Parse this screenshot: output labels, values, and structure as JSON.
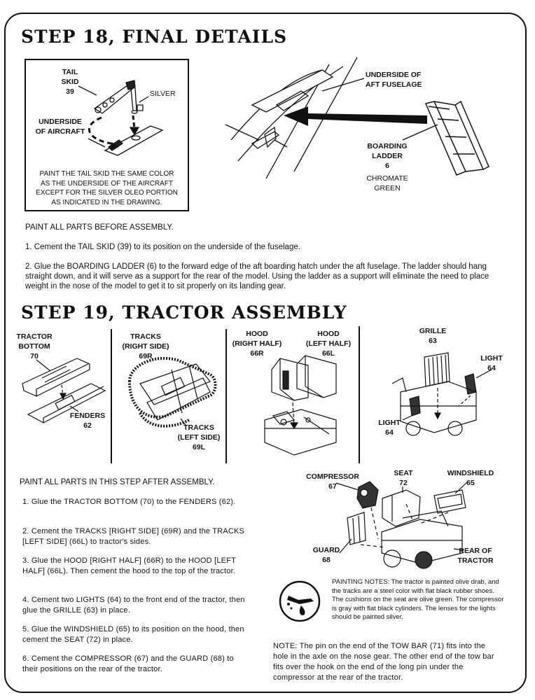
{
  "step18": {
    "title": "STEP 18, FINAL DETAILS",
    "tail_skid_label": "TAIL\nSKID\n39",
    "silver_label": "SILVER",
    "underside_aircraft_label": "UNDERSIDE\nOF AIRCRAFT",
    "box_note": "PAINT THE TAIL SKID THE SAME COLOR\nAS THE UNDERSIDE OF THE AIRCRAFT\nEXCEPT FOR THE SILVER OLEO PORTION\nAS INDICATED IN THE DRAWING.",
    "underside_aft_label": "UNDERSIDE OF\nAFT FUSELAGE",
    "ladder_label": "BOARDING\nLADDER\n6",
    "ladder_color": "CHROMATE\nGREEN",
    "paint_before": "PAINT ALL PARTS BEFORE ASSEMBLY.",
    "instr1": "1.  Cement the TAIL SKID (39) to its position on the underside of the fuselage.",
    "instr2": "2.  Glue the BOARDING LADDER (6) to the forward edge of the aft boarding hatch under the aft fuselage.  The ladder should hang straight down, and it will serve as a support for the rear of the model.  Using the ladder as a support will eliminate the need to place weight in the nose of the model to get it to sit properly on its landing gear."
  },
  "step19": {
    "title": "STEP 19, TRACTOR ASSEMBLY",
    "tractor_bottom": "TRACTOR\nBOTTOM\n70",
    "fenders": "FENDERS\n62",
    "tracks_right": "TRACKS\n(RIGHT SIDE)\n69R",
    "tracks_left": "TRACKS\n(LEFT SIDE)\n69L",
    "hood_right": "HOOD\n(RIGHT HALF)\n66R",
    "hood_left": "HOOD\n(LEFT HALF)\n66L",
    "grille": "GRILLE\n63",
    "light_upper": "LIGHT\n64",
    "light_lower": "LIGHT\n64",
    "compressor": "COMPRESSOR\n67",
    "seat": "SEAT\n72",
    "windshield": "WINDSHIELD\n65",
    "guard": "GUARD\n68",
    "rear_tractor": "REAR OF\nTRACTOR",
    "paint_after": "PAINT ALL PARTS IN THIS STEP AFTER ASSEMBLY.",
    "steps": [
      "1.  Glue the TRACTOR BOTTOM (70) to the FENDERS (62).",
      "2.  Cement the TRACKS [RIGHT SIDE] (69R) and the TRACKS [LEFT SIDE] (66L) to tractor's sides.",
      "3.  Glue the HOOD [RIGHT HALF] (66R) to the HOOD [LEFT HALF] (66L). Then cement the hood to the top of the tractor.",
      "4.  Cement two LIGHTS (64) to the front end of the tractor, then glue the GRILLE (63) in place.",
      "5.  Glue the WINDSHIELD (65)  to its position on the hood, then cement the SEAT (72) in place.",
      "6.  Cement the COMPRESSOR (67) and the GUARD (68) to their positions on the rear of the tractor."
    ],
    "painting_notes": "PAINTING NOTES: The tractor is painted olive drab, and the tracks are a steel color with flat black rubber shoes. The cushions on the seat are olive green. The compressor is gray with flat black cylinders. The lenses for the lights should be painted silver.",
    "tow_note": "NOTE:  The pin on the end of the TOW BAR (71) fits into the hole in the axle on the nose gear.  The other end of the tow bar fits over the hook on the end of the long pin under the compressor at the rear of the tractor."
  }
}
